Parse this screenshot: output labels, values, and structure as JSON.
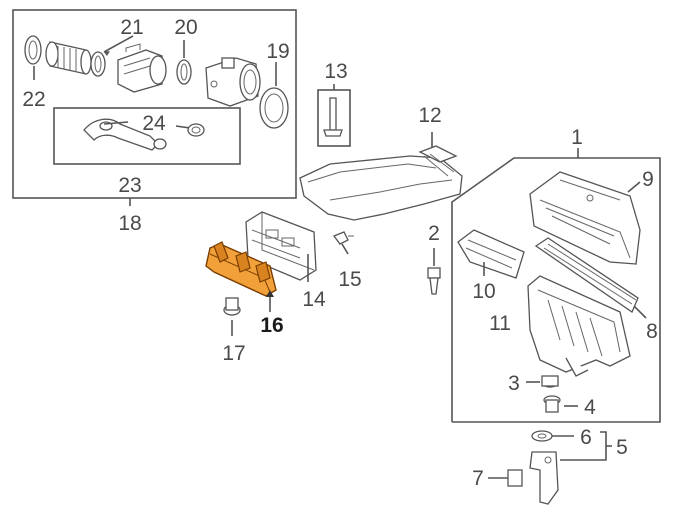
{
  "diagram": {
    "highlight_color": "#f2a13a",
    "callouts": [
      {
        "id": "c1",
        "text": "1"
      },
      {
        "id": "c2",
        "text": "2"
      },
      {
        "id": "c3",
        "text": "3"
      },
      {
        "id": "c4",
        "text": "4"
      },
      {
        "id": "c5",
        "text": "5"
      },
      {
        "id": "c6",
        "text": "6"
      },
      {
        "id": "c7",
        "text": "7"
      },
      {
        "id": "c8",
        "text": "8"
      },
      {
        "id": "c9",
        "text": "9"
      },
      {
        "id": "c10",
        "text": "10"
      },
      {
        "id": "c11",
        "text": "11"
      },
      {
        "id": "c12",
        "text": "12"
      },
      {
        "id": "c13",
        "text": "13"
      },
      {
        "id": "c14",
        "text": "14"
      },
      {
        "id": "c15",
        "text": "15"
      },
      {
        "id": "c16",
        "text": "16",
        "highlighted": true
      },
      {
        "id": "c17",
        "text": "17"
      },
      {
        "id": "c18",
        "text": "18"
      },
      {
        "id": "c19",
        "text": "19"
      },
      {
        "id": "c20",
        "text": "20"
      },
      {
        "id": "c21",
        "text": "21"
      },
      {
        "id": "c22",
        "text": "22"
      },
      {
        "id": "c23",
        "text": "23"
      },
      {
        "id": "c24",
        "text": "24"
      }
    ]
  }
}
